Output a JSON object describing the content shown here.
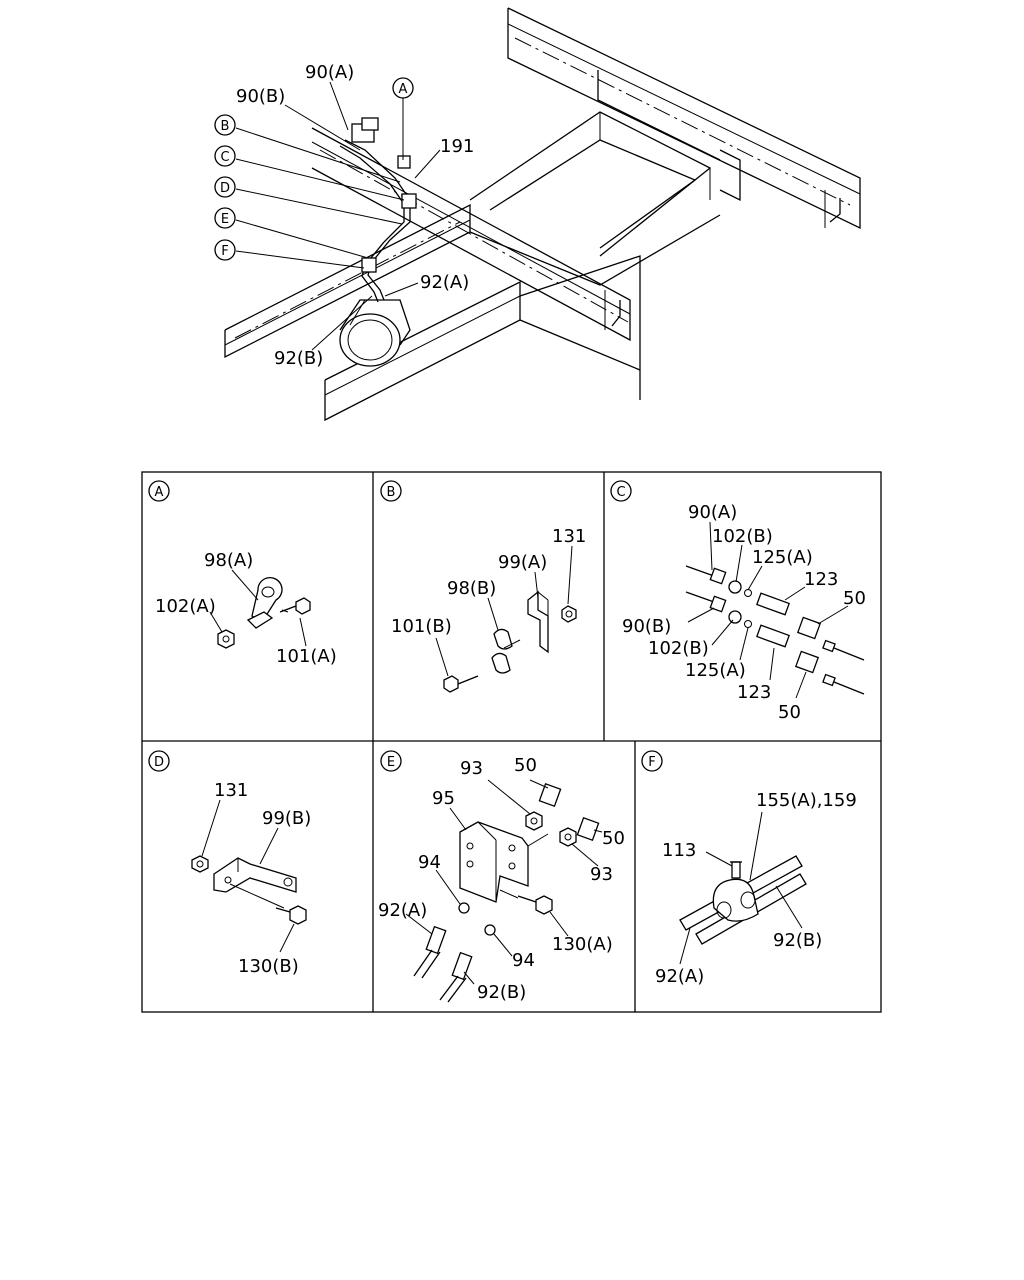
{
  "overview": {
    "labels": [
      "90(A)",
      "90(B)",
      "191",
      "92(A)",
      "92(B)"
    ],
    "callouts": [
      "A",
      "B",
      "C",
      "D",
      "E",
      "F"
    ]
  },
  "panels": [
    {
      "id": "A",
      "labels": [
        "98(A)",
        "102(A)",
        "101(A)"
      ]
    },
    {
      "id": "B",
      "labels": [
        "131",
        "99(A)",
        "98(B)",
        "101(B)"
      ]
    },
    {
      "id": "C",
      "labels": [
        "90(A)",
        "102(B)",
        "125(A)",
        "123",
        "50",
        "90(B)",
        "102(B)",
        "125(A)",
        "123",
        "50"
      ]
    },
    {
      "id": "D",
      "labels": [
        "131",
        "99(B)",
        "130(B)"
      ]
    },
    {
      "id": "E",
      "labels": [
        "93",
        "50",
        "95",
        "50",
        "93",
        "94",
        "92(A)",
        "130(A)",
        "94",
        "92(B)"
      ]
    },
    {
      "id": "F",
      "labels": [
        "155(A),159",
        "113",
        "92(B)",
        "92(A)"
      ]
    }
  ]
}
